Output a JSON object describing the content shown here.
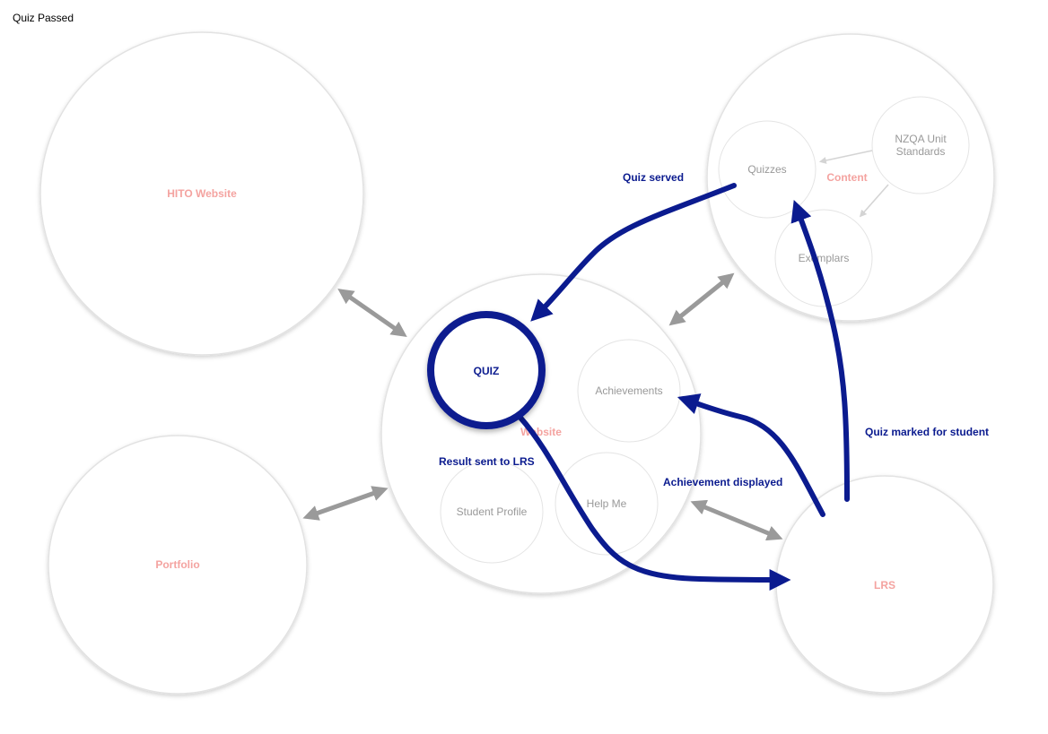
{
  "page": {
    "title": "Quiz Passed"
  },
  "colors": {
    "node_label": "#f4a3a0",
    "sub_label": "#999999",
    "flow": "#0b1b8f",
    "connector": "#9a9a9a",
    "faint_arrow": "#d4d4d4"
  },
  "nodes": {
    "hito_website": "HITO Website",
    "portfolio": "Portfolio",
    "website": "Website",
    "content": "Content",
    "lrs": "LRS"
  },
  "sub_nodes": {
    "quiz": "QUIZ",
    "achievements": "Achievements",
    "student_profile": "Student Profile",
    "help_me": "Help Me",
    "quizzes": "Quizzes",
    "nzqa_line1": "NZQA Unit",
    "nzqa_line2": "Standards",
    "exemplars": "Exemplars"
  },
  "flows": {
    "quiz_served": "Quiz served",
    "result_sent": "Result sent to LRS",
    "achievement_displayed": "Achievement displayed",
    "quiz_marked": "Quiz marked for student"
  }
}
